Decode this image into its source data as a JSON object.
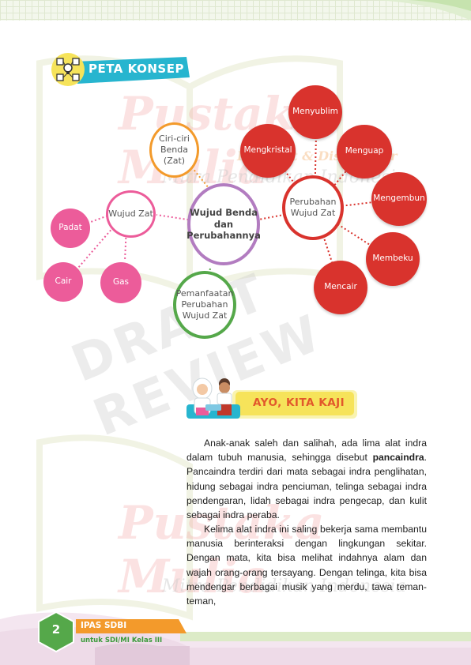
{
  "banner_concept": "PETA KONSEP",
  "concept_map": {
    "center": "Wujud Benda dan Perubahannya",
    "nodes": {
      "ciri": "Ciri-ciri Benda (Zat)",
      "wujud_zat": "Wujud Zat",
      "padat": "Padat",
      "cair": "Cair",
      "gas": "Gas",
      "pemanfaatan": "Pemanfaatan Perubahan Wujud Zat",
      "perubahan": "Perubahan Wujud Zat",
      "menyublim": "Menyublim",
      "mengkristal": "Mengkristal",
      "menguap": "Menguap",
      "mengembun": "Mengembun",
      "membeku": "Membeku",
      "mencair": "Mencair"
    }
  },
  "watermark": {
    "brand": "Pustaka Mulia",
    "sub1": "Penerbit & Distributor",
    "sub2": "Mitra Pendidikan Indonesia",
    "draft": "DRAFT REVIEW"
  },
  "banner_kaji": "AYO, KITA KAJI",
  "body": {
    "p1_pre": "Anak-anak saleh dan salihah, ada lima alat indra dalam tubuh manusia, sehingga disebut ",
    "p1_bold": "pancaindra",
    "p1_post": ". Pancaindra terdiri dari mata sebagai indra penglihatan, hidung sebagai indra penciuman, telinga sebagai indra pendengaran, lidah sebagai indra pengecap, dan kulit sebagai indra peraba.",
    "p2": "Kelima alat indra ini saling bekerja sama membantu manusia berinteraksi dengan lingkungan sekitar. Dengan mata, kita bisa melihat indahnya alam dan wajah orang-orang tersayang. Dengan telinga, kita bisa mendengar berbagai musik yang merdu, tawa teman-teman,"
  },
  "footer": {
    "page": "2",
    "title": "IPAS SDBI",
    "subtitle": "untuk SDI/MI Kelas III"
  },
  "colors": {
    "red": "#d9332d",
    "pink": "#ec5c9a",
    "orange": "#f39a2b",
    "purple": "#b27cc0",
    "green": "#55a84a",
    "teal": "#27b5cf",
    "banner_yellow": "#f6e35a"
  }
}
